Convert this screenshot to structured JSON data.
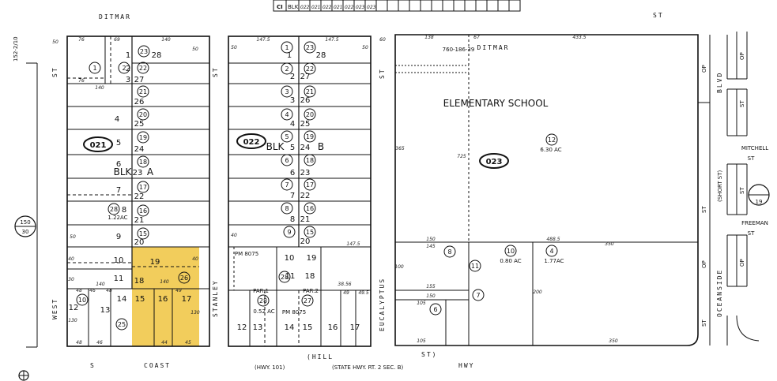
{
  "streets": {
    "ditmar_top": "DITMAR",
    "st_top_right": "ST",
    "ditmar_school": "DITMAR",
    "st_west": "ST",
    "west": "WEST",
    "stanley": "STANLEY",
    "st_stanley": "ST",
    "eucalyptus": "EUCALYPTUS",
    "st_eucalyptus": "ST",
    "oceanside": "OCEANSIDE",
    "blvd": "BLVD",
    "mitchell": "MITCHELL",
    "mitchell_st": "ST",
    "freeman": "FREEMAN",
    "freeman_st": "ST",
    "short_st": "(SHORT ST)",
    "st_right_a": "ST",
    "st_right_b": "ST",
    "op_a": "OP",
    "op_b": "OP",
    "op_c": "OP",
    "op_d": "OP",
    "st_right_c": "ST",
    "st_right_d": "ST",
    "s": "S",
    "coast": "COAST",
    "hwy101": "(HWY. 101)",
    "hill": "(HILL",
    "hill_st": "ST)",
    "state_hwy": "(STATE HWY. RT. 2 SEC. B)",
    "hwy": "HWY"
  },
  "book_marks": {
    "side_book": "152-2/10",
    "page_circle_top": "150",
    "page_circle_bottom": "30",
    "right_circle": "19",
    "header_ci": "CI",
    "header_blk": "BLK",
    "header_codes": [
      "022",
      "021",
      "022",
      "021",
      "022",
      "023",
      "023"
    ]
  },
  "block_a": {
    "id": "021",
    "blk_label": "BLK",
    "blk_letter": "A",
    "lots_left": [
      "1",
      "2",
      "3",
      "4",
      "5",
      "6",
      "7",
      "8",
      "9",
      "10",
      "11"
    ],
    "lots_right": [
      "28",
      "27",
      "26",
      "25",
      "24",
      "23",
      "22",
      "21",
      "20"
    ],
    "parcels": [
      "23",
      "22",
      "21",
      "20",
      "19",
      "18",
      "17",
      "16",
      "15",
      "1",
      "2",
      "10",
      "26",
      "25"
    ],
    "acreage": "1.22AC",
    "lot12": "12",
    "lot13": "13",
    "lot14": "14",
    "lot15": "15",
    "lot16": "16",
    "lot17": "17",
    "lot18": "18",
    "lot19": "19",
    "dims": [
      "76",
      "69",
      "140",
      "50",
      "76",
      "140",
      "140",
      "50",
      "130",
      "48",
      "46",
      "48",
      "140",
      "49",
      "44",
      "45",
      "40",
      "30",
      "40",
      "50",
      "130",
      "46",
      "48"
    ]
  },
  "block_b": {
    "id": "022",
    "blk_label": "BLK",
    "blk_letter": "B",
    "lots_left": [
      "1",
      "2",
      "3",
      "4",
      "5",
      "6",
      "7",
      "8",
      "9",
      "20"
    ],
    "lots_right": [
      "28",
      "27",
      "26",
      "25",
      "24",
      "23",
      "22",
      "21"
    ],
    "parcels": [
      "1",
      "2",
      "3",
      "4",
      "5",
      "6",
      "7",
      "8",
      "9",
      "22",
      "21",
      "20",
      "19",
      "18",
      "17",
      "16",
      "15",
      "23",
      "28"
    ],
    "pm8075_top": "PM 8075",
    "pm8075_bottom": "PM 8075",
    "par1": "PAR.1",
    "par2": "PAR.2",
    "par_28": "28",
    "par_27": "27",
    "par1_ac": "0.52 AC",
    "lot10": "10",
    "lot11": "11",
    "lot12": "12",
    "lot13": "13",
    "lot14": "14",
    "lot15": "15",
    "lot16": "16",
    "lot17": "17",
    "lot18": "18",
    "lot19": "19",
    "dims": [
      "147.5",
      "147.5",
      "50",
      "60",
      "40",
      "50",
      "147.5",
      "38.56",
      "49",
      "49.5"
    ]
  },
  "block_c": {
    "id": "023",
    "school": "ELEMENTARY SCHOOL",
    "ref": "760-186-39",
    "parcel_12": "12",
    "acreage_12": "6.30 AC",
    "parcel_10": "10",
    "acreage_10": "0.80 AC",
    "parcel_4": "4",
    "acreage_4": "1.77AC",
    "parcel_8": "8",
    "parcel_11": "11",
    "parcel_7": "7",
    "parcel_6": "6",
    "dims": [
      "138",
      "67",
      "433.5",
      "150",
      "488.5",
      "350",
      "350",
      "145",
      "155",
      "150",
      "105",
      "105",
      "100",
      "725",
      "365",
      "200"
    ]
  },
  "colors": {
    "highlight": "#f2cd5c",
    "ink": "#111111"
  }
}
